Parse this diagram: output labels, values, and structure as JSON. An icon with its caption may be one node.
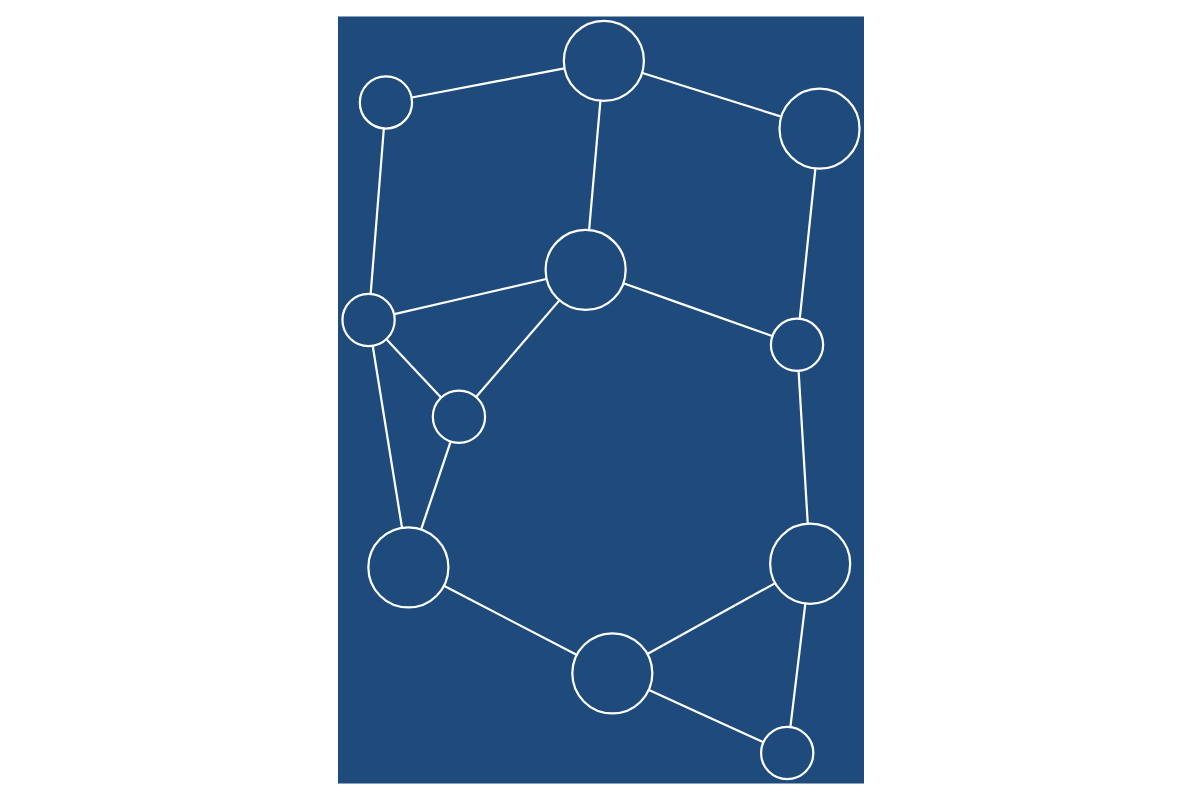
{
  "diagram": {
    "nodes": [
      {
        "text": [],
        "shape": "circle"
      },
      {
        "text": [],
        "shape": "circle"
      },
      {
        "text": [],
        "shape": "circle"
      },
      {
        "text": [],
        "shape": "circle"
      },
      {
        "text": [],
        "shape": "circle"
      },
      {
        "text": [],
        "shape": "circle"
      },
      {
        "text": [],
        "shape": "circle"
      },
      {
        "text": [],
        "shape": "circle"
      },
      {
        "text": [],
        "shape": "circle"
      },
      {
        "text": [],
        "shape": "circle"
      },
      {
        "text": [],
        "shape": "circle"
      }
    ],
    "edges": [
      {
        "from": 0,
        "to": 1,
        "arrow": "none"
      },
      {
        "from": 0,
        "to": 3,
        "arrow": "none"
      },
      {
        "from": 1,
        "to": 2,
        "arrow": "none"
      },
      {
        "from": 1,
        "to": 4,
        "arrow": "none"
      },
      {
        "from": 1,
        "to": 5,
        "arrow": "none"
      },
      {
        "from": 2,
        "to": 4,
        "arrow": "none"
      },
      {
        "from": 2,
        "to": 6,
        "arrow": "none"
      },
      {
        "from": 3,
        "to": 5,
        "arrow": "none"
      },
      {
        "from": 3,
        "to": 8,
        "arrow": "none"
      },
      {
        "from": 5,
        "to": 4,
        "arrow": "none"
      },
      {
        "from": 5,
        "to": 7,
        "arrow": "none"
      },
      {
        "from": 7,
        "to": 8,
        "arrow": "none"
      },
      {
        "from": 7,
        "to": 9,
        "arrow": "none"
      },
      {
        "from": 9,
        "to": 6,
        "arrow": "none"
      },
      {
        "from": 9,
        "to": 10,
        "arrow": "none"
      },
      {
        "from": 6,
        "to": 10,
        "arrow": "none"
      }
    ]
  }
}
